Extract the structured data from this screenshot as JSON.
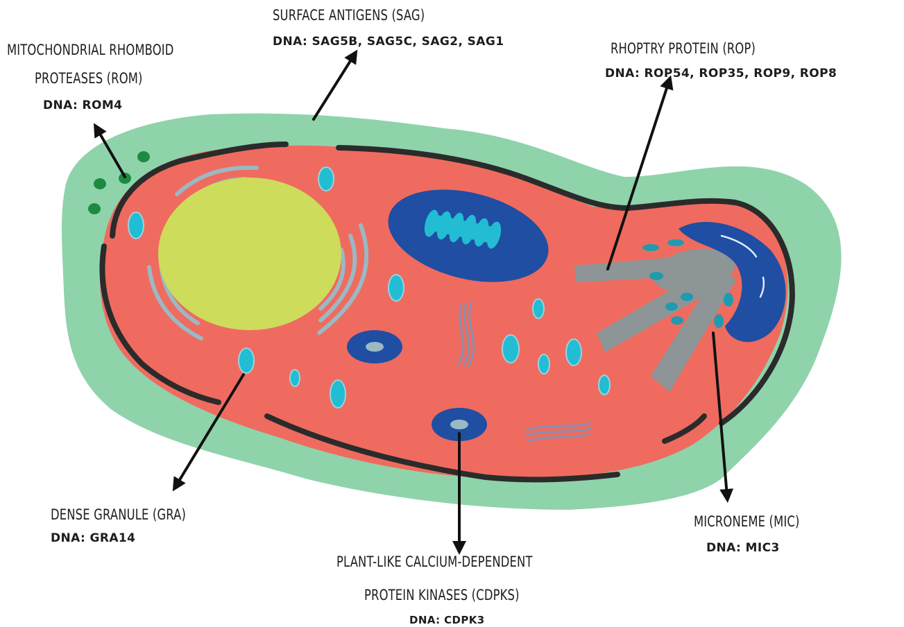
{
  "colors": {
    "outer_membrane": "#8fd3ab",
    "cytoplasm": "#ef6b5f",
    "membrane_line": "#2b2b2b",
    "nucleus": "#cddc5a",
    "golgi": "#9ab9c3",
    "dark_blue": "#1f4ea3",
    "cyan": "#22bcd3",
    "rhoptry_gray": "#8e9596",
    "green_dot": "#1c8b3f",
    "arrow": "#111111"
  },
  "labels": {
    "rom": {
      "title_line1": "MITOCHONDRIAL RHOMBOID",
      "title_line2": "PROTEASES (ROM)",
      "dna": "DNA: ROM4"
    },
    "sag": {
      "title": "SURFACE ANTIGENS (SAG)",
      "dna": "DNA: SAG5B, SAG5C, SAG2, SAG1"
    },
    "rop": {
      "title": "RHOPTRY PROTEIN (ROP)",
      "dna": "DNA: ROP54, ROP35, ROP9, ROP8"
    },
    "gra": {
      "title": "DENSE GRANULE (GRA)",
      "dna": "DNA: GRA14"
    },
    "cdpk": {
      "title_line1": "PLANT-LIKE CALCIUM-DEPENDENT",
      "title_line2": "PROTEIN KINASES (CDPKS)",
      "dna": "DNA: CDPK3"
    },
    "mic": {
      "title": "MICRONEME (MIC)",
      "dna": "DNA: MIC3"
    }
  }
}
